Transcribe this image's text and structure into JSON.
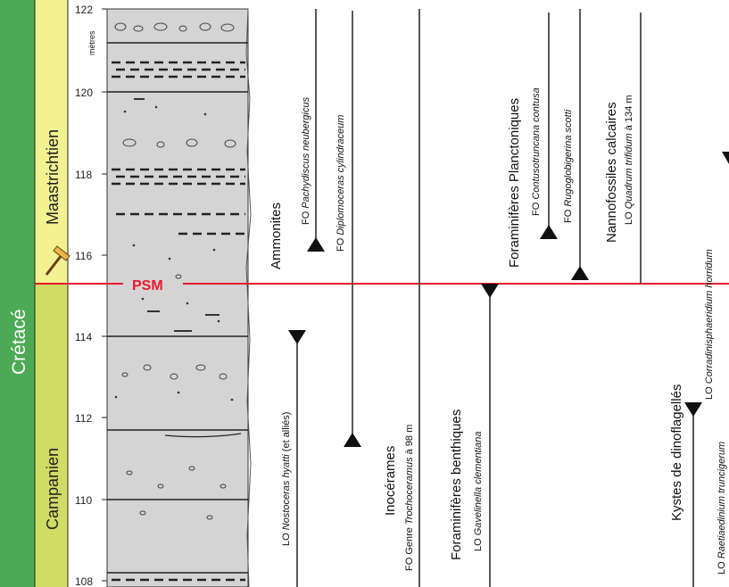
{
  "era": {
    "label": "Crétacé",
    "color": "#4daa54"
  },
  "stages": [
    {
      "label": "Maastrichtien",
      "color": "#f2f291"
    },
    {
      "label": "Campanien",
      "color": "#cfdc66"
    }
  ],
  "axis": {
    "unit": "mètres",
    "ticks": [
      "122",
      "120",
      "118",
      "116",
      "114",
      "112",
      "110",
      "108"
    ]
  },
  "boundary": {
    "label": "PSM",
    "color": "#e8192c"
  },
  "groups": [
    {
      "name": "Ammonites",
      "taxa": [
        {
          "prefix": "FO",
          "name": "Pachydiscus neubergicus",
          "event": "FO"
        },
        {
          "prefix": "FO",
          "name": "Diplomoceras cylindraceum",
          "event": "FO"
        },
        {
          "prefix": "LO",
          "name": "Nostoceras hyatti",
          "suffix": "(et alliés)",
          "event": "LO"
        }
      ]
    },
    {
      "name": "Inocérames",
      "taxa": [
        {
          "prefix": "FO Genre",
          "name": "Trochoceramus",
          "suffix": "à 98 m",
          "event": "FO"
        }
      ]
    },
    {
      "name": "Foraminifères benthiques",
      "taxa": [
        {
          "prefix": "LO",
          "name": "Gavelinella clementiana",
          "event": "LO"
        }
      ]
    },
    {
      "name": "Foraminifères Planctoniques",
      "taxa": [
        {
          "prefix": "FO",
          "name": "Contusotruncana contusa",
          "event": "FO"
        },
        {
          "prefix": "FO",
          "name": "Rugoglobigerina scotti",
          "event": "FO"
        }
      ]
    },
    {
      "name": "Nannofossiles calcaires",
      "taxa": [
        {
          "prefix": "LO",
          "name": "Quadrum trifidum",
          "suffix": "à 134 m",
          "event": "LO"
        }
      ]
    },
    {
      "name": "Kystes de dinoflagellés",
      "taxa": [
        {
          "prefix": "LO",
          "name": "Corradinisphaeridium horridum",
          "event": "LO"
        },
        {
          "prefix": "LO",
          "name": "Raetiaedinium truncigerum",
          "event": "LO"
        }
      ]
    }
  ]
}
